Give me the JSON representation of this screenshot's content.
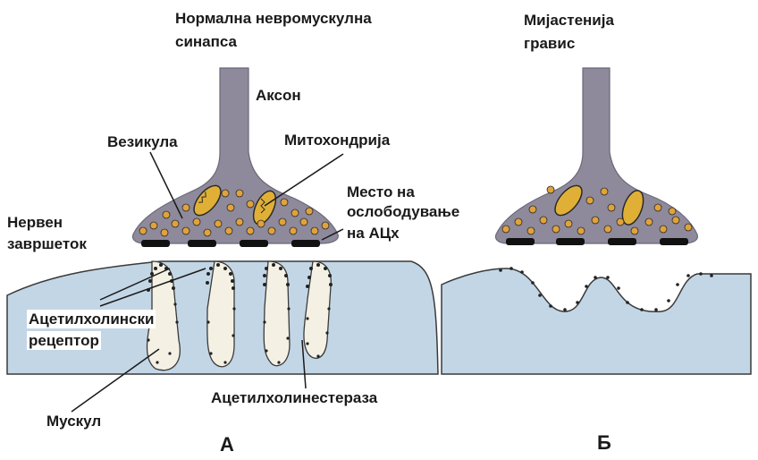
{
  "panel_a": {
    "title_line1": "Нормална невромускулна",
    "title_line2": "синапса",
    "letter": "А",
    "labels": {
      "axon": "Аксон",
      "vesicle": "Везикула",
      "mitochondria": "Митохондрија",
      "release_line1": "Место на",
      "release_line2": "ослободување",
      "release_line3": "на АЦх",
      "terminal_line1": "Нервен",
      "terminal_line2": "завршеток",
      "receptor_line1": "Ацетилхолински",
      "receptor_line2": "рецептор",
      "esterase": "Ацетилхолинестераза",
      "muscle": "Мускул"
    }
  },
  "panel_b": {
    "title_line1": "Мијастенија",
    "title_line2": "гравис",
    "letter": "Б"
  },
  "colors": {
    "terminal": "#8e8a9c",
    "terminal_edge": "#6c6878",
    "vesicle": "#e0a23a",
    "muscle": "#c3d6e6",
    "fold_fill": "#f4f1e4",
    "release_site": "#111111",
    "receptor_dot": "#222222"
  }
}
